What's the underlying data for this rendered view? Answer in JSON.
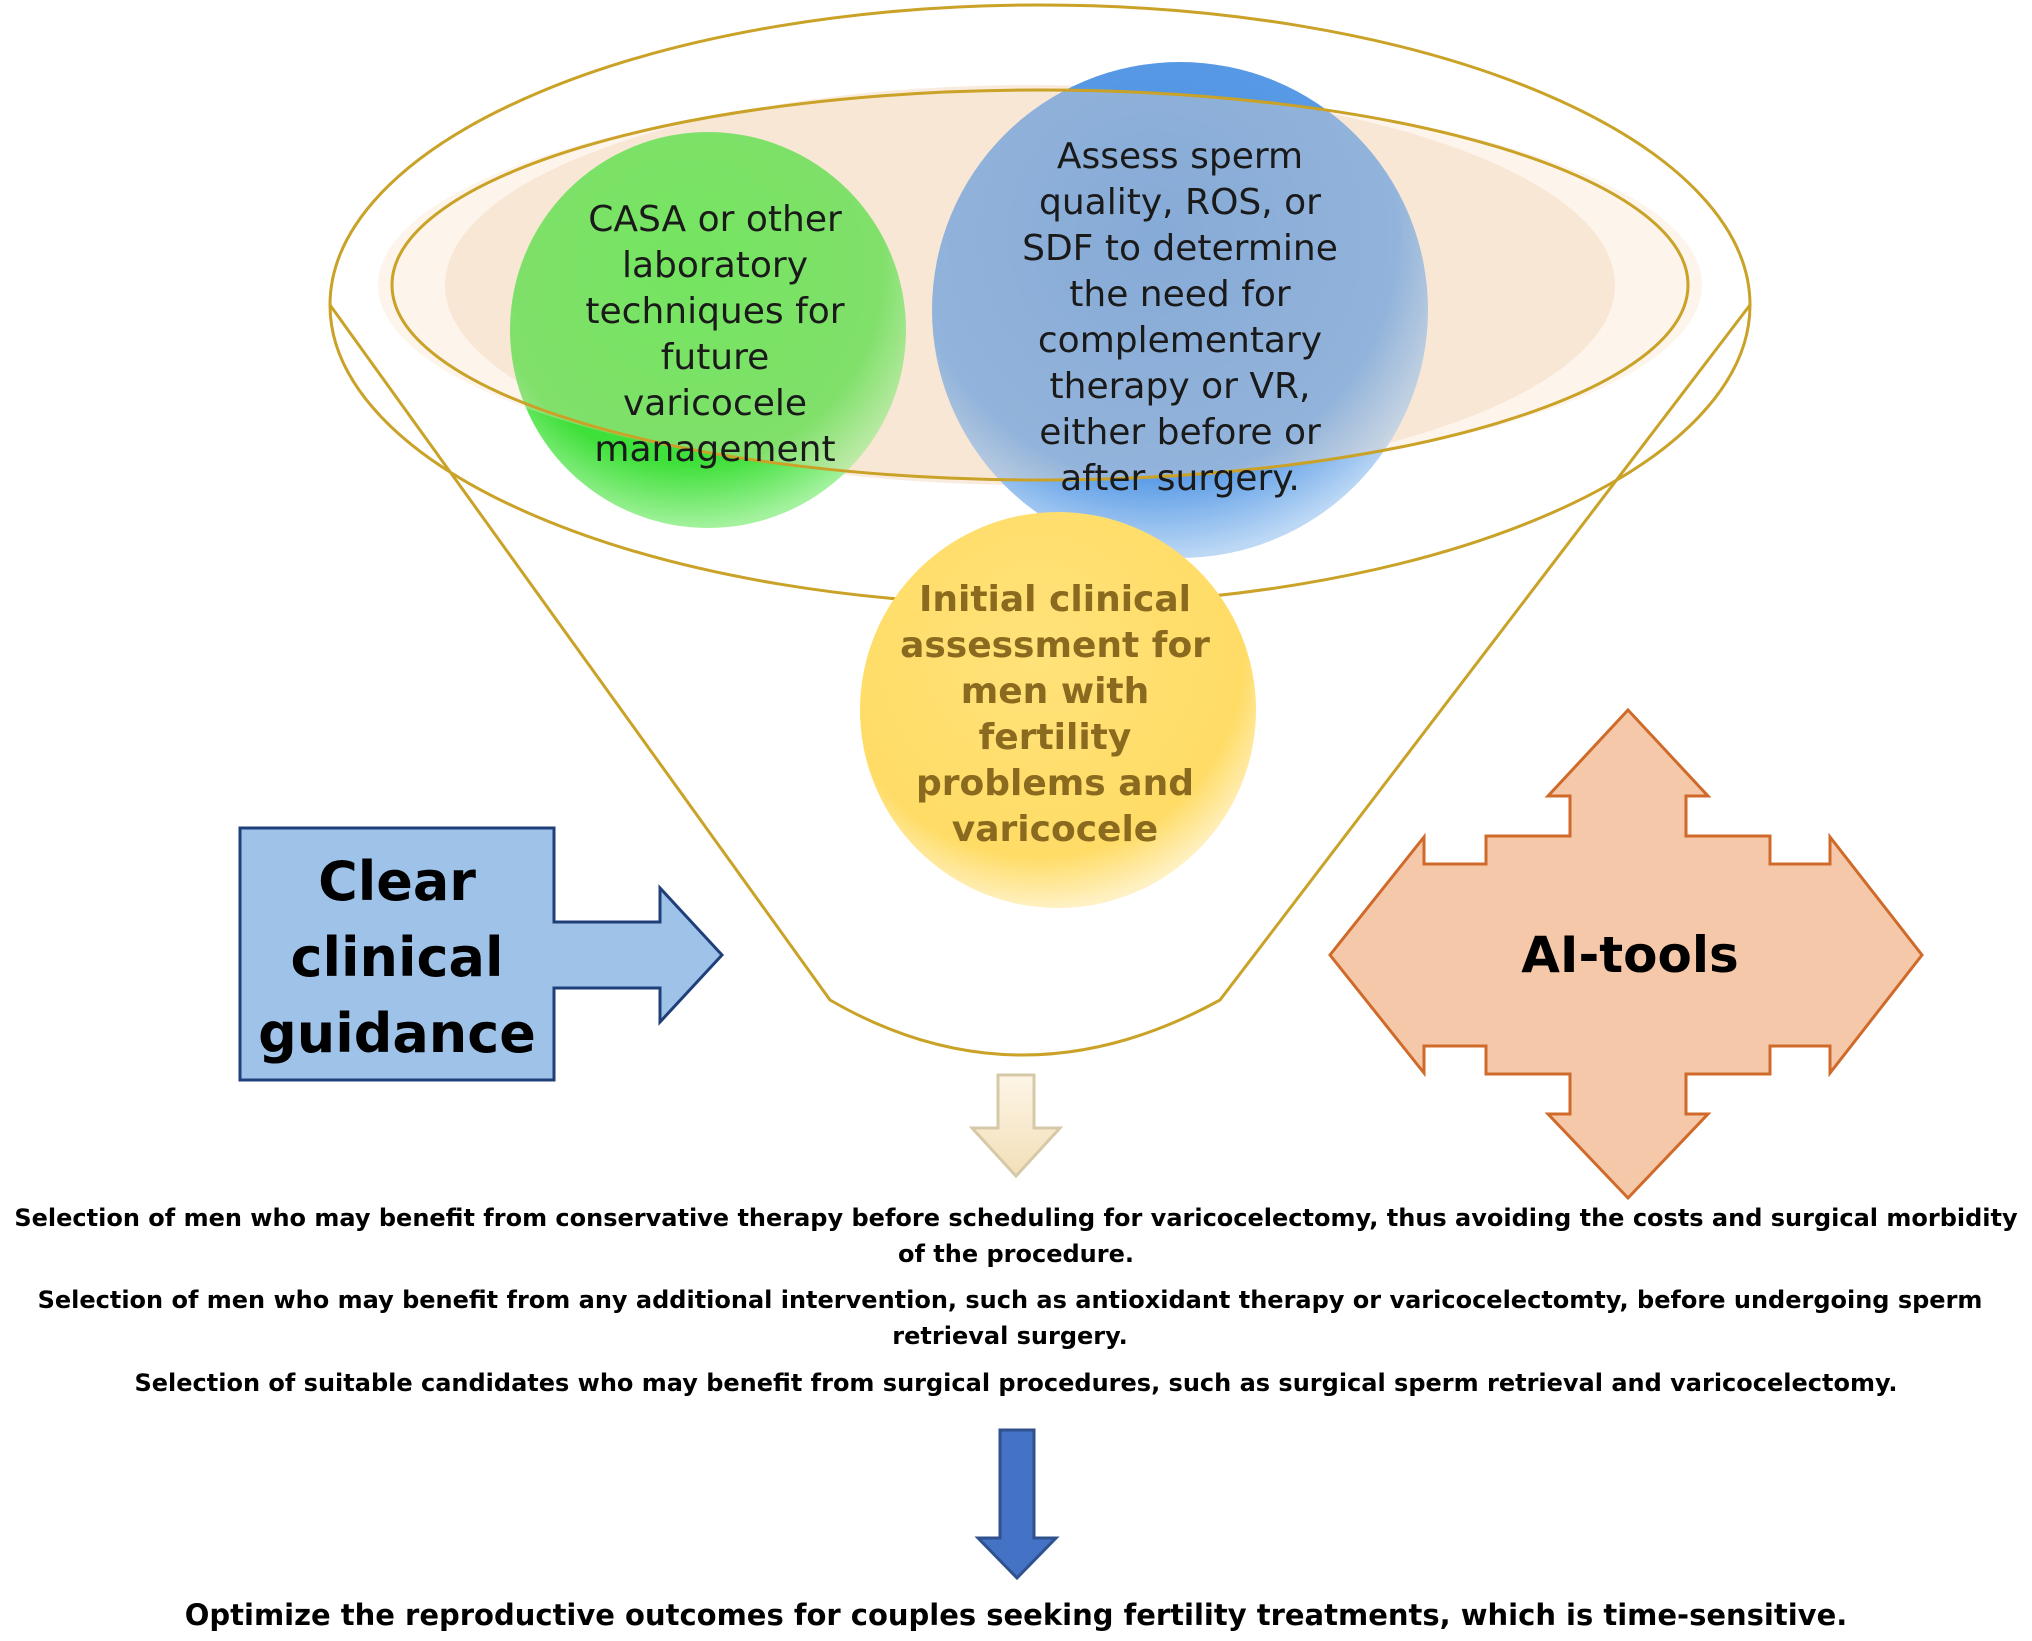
{
  "funnel": {
    "green_circle": "CASA or other laboratory techniques for future varicocele management",
    "blue_circle": "Assess sperm quality, ROS, or SDF to determine the need for complementary therapy or VR, either before or after surgery.",
    "yellow_circle": "Initial clinical assessment for men with fertility problems and varicocele"
  },
  "guidance": {
    "label": "Clear clinical guidance"
  },
  "ai_tools": {
    "label": "AI-tools"
  },
  "outcomes": [
    "Selection of men who may benefit from conservative therapy before scheduling for varicocelectomy, thus avoiding the costs and surgical morbidity of the procedure.",
    "Selection of men who may benefit from any additional intervention, such as antioxidant therapy or varicocelectomty, before undergoing  sperm retrieval  surgery.",
    "Selection of suitable candidates who may benefit from surgical procedures, such as surgical sperm retrieval and varicocelectomy."
  ],
  "final_outcome": "Optimize the reproductive outcomes for couples seeking fertility treatments, which is time-sensitive.",
  "colors": {
    "funnel_outline": "#c9a227",
    "funnel_glow": "#f8e7d8",
    "green_circle": "#3fe03a",
    "blue_circle": "#4a8fe0",
    "yellow_circle": "#ffe27a",
    "guidance_arrow": "#9fc3e8",
    "guidance_border": "#1f3f7a",
    "ai_arrow": "#f6c8aa",
    "ai_border": "#d06a2a",
    "small_arrow": "#fbeed7",
    "big_arrow": "#4472c4"
  }
}
